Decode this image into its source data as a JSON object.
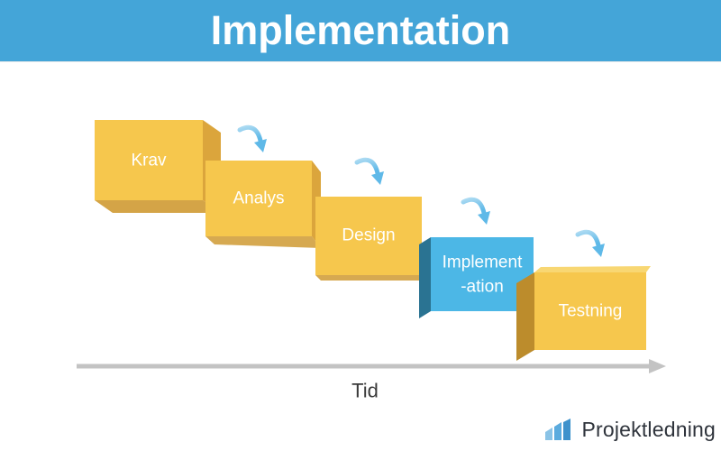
{
  "header": {
    "title": "Implementation"
  },
  "diagram": {
    "type": "waterfall-process",
    "steps": [
      {
        "label": "Krav",
        "color": "yellow",
        "highlighted": false
      },
      {
        "label": "Analys",
        "color": "yellow",
        "highlighted": false
      },
      {
        "label": "Design",
        "color": "yellow",
        "highlighted": false
      },
      {
        "label": "Implementation",
        "lines": [
          "Implement",
          "-ation"
        ],
        "color": "blue",
        "highlighted": true
      },
      {
        "label": "Testning",
        "color": "yellow",
        "highlighted": false
      }
    ],
    "flow_arrow_icon": "curved-down-arrow-icon",
    "timeline": {
      "label": "Tid",
      "direction": "right"
    }
  },
  "footer": {
    "brand": "Projektledning",
    "logo_icon": "ascending-bars-icon"
  },
  "colors": {
    "header_bg": "#44A5D8",
    "box_yellow": "#F6C74D",
    "box_yellow_side": "#DBA53C",
    "box_yellow_shadow": "#CF9A33",
    "box_yellow_top": "#F8D773",
    "box_blue": "#4CB7E6",
    "box_blue_side": "#2A7392",
    "flow_arrow": "#6FC2EA",
    "timeline_gray": "#C3C3C3",
    "logo_bar_colors": [
      "#8AC3E6",
      "#5BABDE",
      "#3E92CC"
    ],
    "text_dark": "#3A3A3A"
  }
}
